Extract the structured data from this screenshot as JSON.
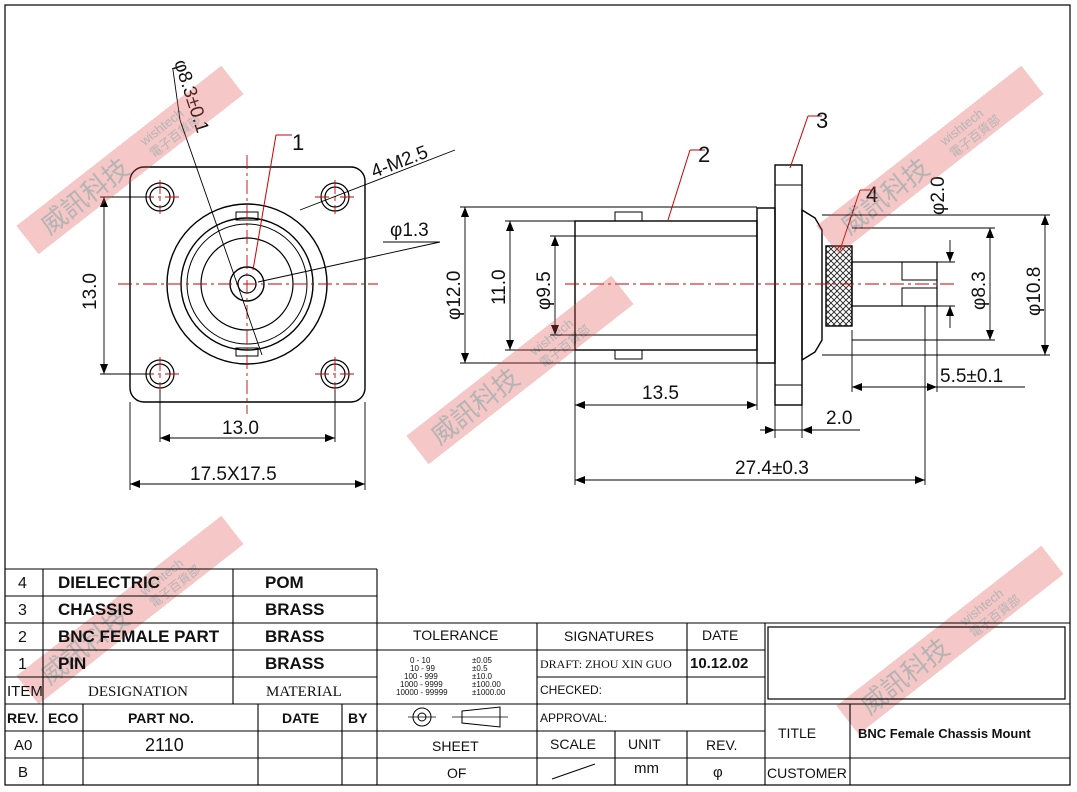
{
  "drawing": {
    "callouts": {
      "c1": "1",
      "c2": "2",
      "c3": "3",
      "c4": "4"
    },
    "front_view": {
      "dia_83": "φ8.3±0.1",
      "holes": "4-M2.5",
      "dia_13": "φ1.3",
      "height_13": "13.0",
      "width_13": "13.0",
      "flange": "17.5X17.5"
    },
    "side_view": {
      "dia_12": "φ12.0",
      "dia_11": "11.0",
      "dia_95": "φ9.5",
      "dia_20": "φ2.0",
      "dia_83b": "φ8.3",
      "dia_108": "φ10.8",
      "len_135": "13.5",
      "len_55": "5.5±0.1",
      "len_20": "2.0",
      "len_274": "27.4±0.3"
    }
  },
  "watermark": {
    "cn": "威訊科技",
    "en": "wishtech",
    "sub": "電子百貨部"
  },
  "bom": [
    {
      "item": "4",
      "designation": "DIELECTRIC",
      "material": "POM"
    },
    {
      "item": "3",
      "designation": "CHASSIS",
      "material": "BRASS"
    },
    {
      "item": "2",
      "designation": "BNC FEMALE PART",
      "material": "BRASS"
    },
    {
      "item": "1",
      "designation": "PIN",
      "material": "BRASS"
    }
  ],
  "bom_header": {
    "item": "ITEM",
    "designation": "DESIGNATION",
    "material": "MATERIAL"
  },
  "rev_table": {
    "header": {
      "rev": "REV.",
      "eco": "ECO",
      "part_no": "PART NO.",
      "date": "DATE",
      "by": "BY"
    },
    "rows": [
      {
        "rev": "A0",
        "part_no": "2110"
      },
      {
        "rev": "B",
        "part_no": ""
      }
    ]
  },
  "title_block": {
    "tolerance_label": "TOLERANCE",
    "tolerance_rows": [
      {
        "range": "0 - 10",
        "tol": "±0.05"
      },
      {
        "range": "10 - 99",
        "tol": "±0.5"
      },
      {
        "range": "100 - 999",
        "tol": "±10.0"
      },
      {
        "range": "1000 - 9999",
        "tol": "±100.00"
      },
      {
        "range": "10000 - 99999",
        "tol": "±1000.00"
      }
    ],
    "signatures_label": "SIGNATURES",
    "date_label": "DATE",
    "draft": "DRAFT: ZHOU XIN GUO",
    "draft_date": "10.12.02",
    "checked": "CHECKED:",
    "approval": "APPROVAL:",
    "sheet": "SHEET",
    "of": "OF",
    "scale": "SCALE",
    "unit": "UNIT",
    "unit_value": "mm",
    "rev": "REV.",
    "rev_value": "φ",
    "title_label": "TITLE",
    "title_value": "BNC Female Chassis Mount",
    "customer_label": "CUSTOMER"
  }
}
